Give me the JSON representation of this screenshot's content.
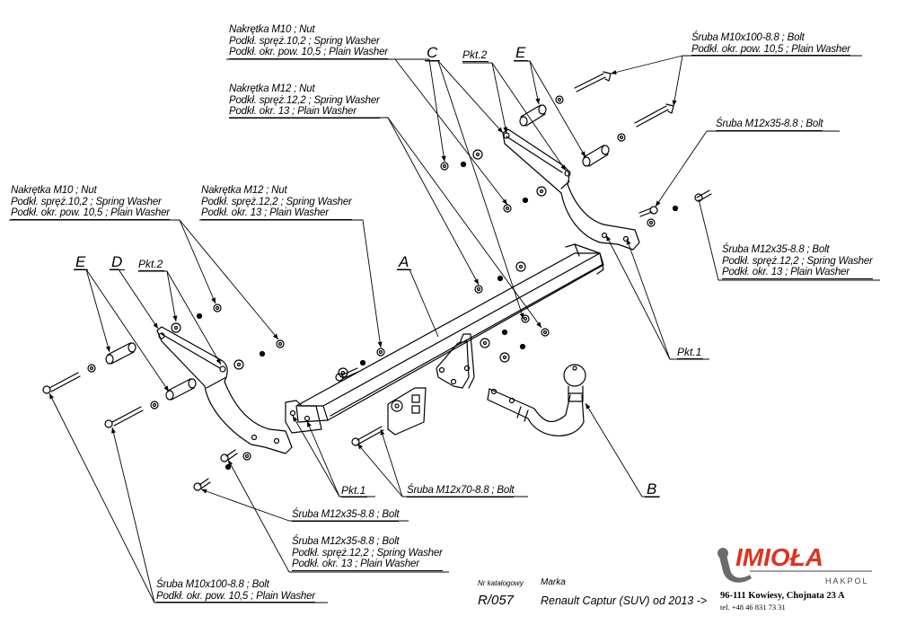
{
  "labels": {
    "top_nut_m10": [
      "Nakrętka  M10 ; Nut",
      "Podkł. spręż.10,2 ; Spring Washer",
      "Podkł. okr. pow. 10,5 ; Plain Washer"
    ],
    "top_nut_m12": [
      "Nakrętka  M12 ; Nut",
      "Podkł. spręż.12,2 ; Spring Washer",
      "Podkł. okr. 13 ; Plain Washer"
    ],
    "right_bolt_m10": [
      "Śruba M10x100-8.8 ;  Bolt",
      "Podkł. okr. pow. 10,5 ; Plain Washer"
    ],
    "right_bolt_m12": [
      "Śruba M12x35-8.8 ;  Bolt"
    ],
    "right_bolt_m12_set": [
      "Śruba M12x35-8.8 ;  Bolt",
      "Podkł. spręż.12,2 ; Spring Washer",
      "Podkł. okr. 13 ; Plain Washer"
    ],
    "left_nut_m10": [
      "Nakrętka  M10 ; Nut",
      "Podkł. spręż.10,2 ; Spring Washer",
      "Podkł. okr. pow. 10,5 ; Plain Washer"
    ],
    "left_nut_m12": [
      "Nakrętka  M12 ; Nut",
      "Podkł. spręż.12,2 ; Spring Washer",
      "Podkł. okr. 13 ; Plain Washer"
    ],
    "bottom_bolt_m12x70": [
      "Śruba M12x70-8.8 ;  Bolt"
    ],
    "bottom_bolt_m12x35": [
      "Śruba M12x35-8.8 ;  Bolt"
    ],
    "bottom_bolt_m12_set": [
      "Śruba M12x35-8.8 ;  Bolt",
      "Podkł. spręż.12,2 ; Spring Washer",
      "Podkł. okr. 13 ; Plain Washer"
    ],
    "bottom_bolt_m10": [
      "Śruba M10x100-8.8 ;  Bolt",
      "Podkł. okr. pow. 10,5 ; Plain Washer"
    ]
  },
  "part_letters": {
    "A": "A",
    "B": "B",
    "C": "C",
    "D": "D",
    "E_left": "E",
    "E_right": "E"
  },
  "points": {
    "pkt2_left": "Pkt.2",
    "pkt2_right": "Pkt.2",
    "pkt1_bottom": "Pkt.1",
    "pkt1_right": "Pkt.1"
  },
  "title_block": {
    "catalog_caption": "Nr katalogowy",
    "catalog_number": "R/057",
    "brand_caption": "Marka",
    "model": "Renault Captur (SUV)   od 2013 ->"
  },
  "company": {
    "name": "IMIOŁA",
    "subname": "HAKPOL",
    "address": "96-111 Kowiesy, Chojnata 23 A",
    "phone": "tel. +48 46 831 73 31",
    "brand_color": "#e0321e",
    "hook_color": "#6b6b6b"
  }
}
